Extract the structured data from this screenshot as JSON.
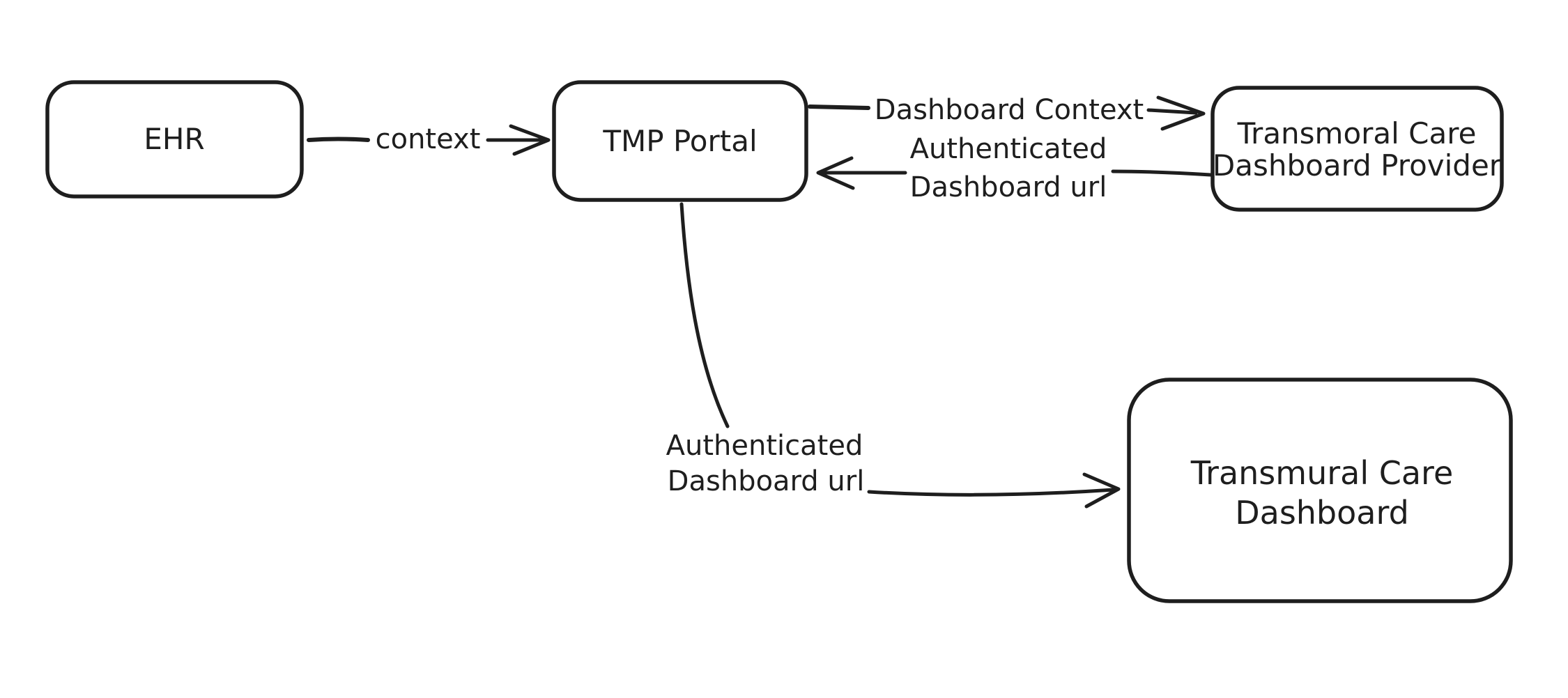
{
  "diagram": {
    "background_color": "#ffffff",
    "stroke_color": "#1e1e1e",
    "nodes": {
      "ehr": {
        "label": "EHR"
      },
      "tmp_portal": {
        "label": "TMP Portal"
      },
      "dashboard_provider": {
        "label_line1": "Transmoral Care",
        "label_line2": "Dashboard Provider"
      },
      "care_dashboard": {
        "label_line1": "Transmural Care",
        "label_line2": "Dashboard"
      }
    },
    "edges": {
      "context": {
        "label": "context"
      },
      "dashboard_context": {
        "label": "Dashboard Context"
      },
      "authenticated_dashboard_url_return": {
        "label_line1": "Authenticated",
        "label_line2": "Dashboard url"
      },
      "authenticated_dashboard_url_forward": {
        "label_line1": "Authenticated",
        "label_line2": "Dashboard url"
      }
    }
  }
}
